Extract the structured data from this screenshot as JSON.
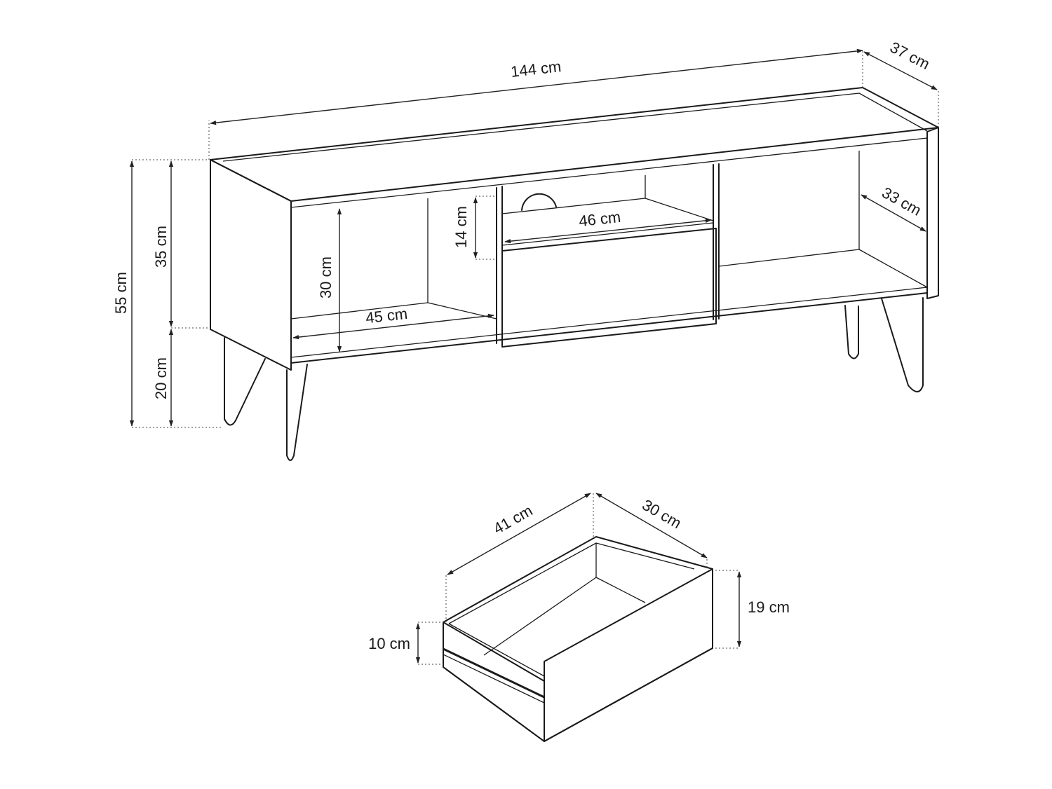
{
  "dimensions": {
    "width": "144 cm",
    "depth": "37 cm",
    "total_height": "55 cm",
    "body_height": "35 cm",
    "leg_height": "20 cm",
    "shelf_height": "30 cm",
    "shelf_width": "45 cm",
    "niche_height": "14 cm",
    "drawer_niche_width": "46 cm",
    "inner_depth": "33 cm"
  },
  "drawer": {
    "width": "41 cm",
    "depth": "30 cm",
    "front_height": "19 cm",
    "side_height": "10 cm"
  }
}
